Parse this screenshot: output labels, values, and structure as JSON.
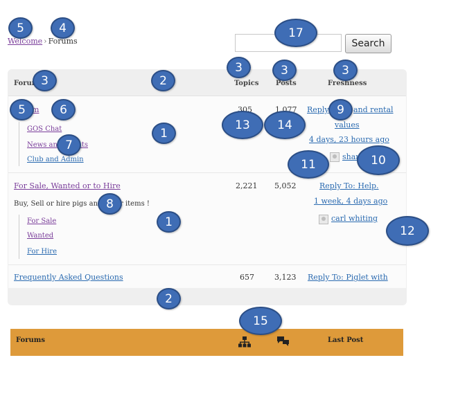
{
  "breadcrumb": {
    "home": "Welcome",
    "separator": "›",
    "current": "Forums"
  },
  "search": {
    "button": "Search",
    "placeholder": ""
  },
  "table": {
    "col_forum": "Forum",
    "col_topics": "Topics",
    "col_posts": "Posts",
    "col_freshness": "Freshness"
  },
  "forums": [
    {
      "title": "Forum",
      "topics": "305",
      "posts": "1,077",
      "subforums": [
        "GOS Chat",
        "News and Events",
        "Club and Admin"
      ],
      "freshness_link": "Reply To: and rental values",
      "freshness_line1": "Reply",
      "freshness_line1b": "and rental",
      "freshness_line2": "values",
      "freshness_time": "4 days, 23 hours ago",
      "author": "sharon"
    },
    {
      "title": "For Sale, Wanted or to Hire",
      "description": "Buy, Sell or hire pigs and other items !",
      "topics": "2,221",
      "posts": "5,052",
      "subforums": [
        "For Sale",
        "Wanted",
        "For Hire"
      ],
      "freshness_link": "Reply To: Help.",
      "freshness_time": "1 week, 4 days ago",
      "author": "carl whiting"
    },
    {
      "title": "Frequently Asked Questions",
      "topics": "657",
      "posts": "3,123",
      "freshness_link": "Reply To: Piglet with"
    }
  ],
  "bottom_bar": {
    "forums": "Forums",
    "last_post": "Last Post",
    "icons": [
      "sitemap-icon",
      "comments-icon"
    ]
  },
  "annotations": [
    "5",
    "4",
    "17",
    "3",
    "2",
    "3",
    "3",
    "3",
    "5",
    "6",
    "9",
    "1",
    "13",
    "14",
    "7",
    "11",
    "10",
    "1",
    "8",
    "12",
    "2",
    "15"
  ],
  "colors": {
    "badge": "#3f6db5",
    "bar": "#de9a3a",
    "link": "#2a6ab0",
    "visited": "#7a3d9a"
  }
}
